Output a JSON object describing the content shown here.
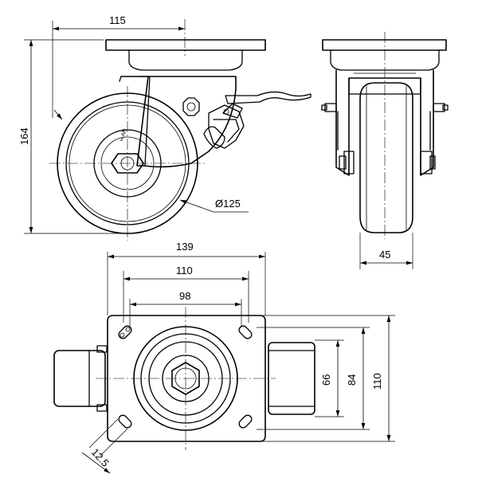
{
  "dimensions": {
    "top_width": "115",
    "height": "164",
    "wheel_diameter": "Ø125",
    "wheel_width": "45",
    "plate_width": "139",
    "bolt_span_outer": "110",
    "bolt_span_inner": "98",
    "right_66": "66",
    "right_84": "84",
    "right_110": "110",
    "slot_width": "12.5"
  },
  "brake_marking": "∞ AN"
}
